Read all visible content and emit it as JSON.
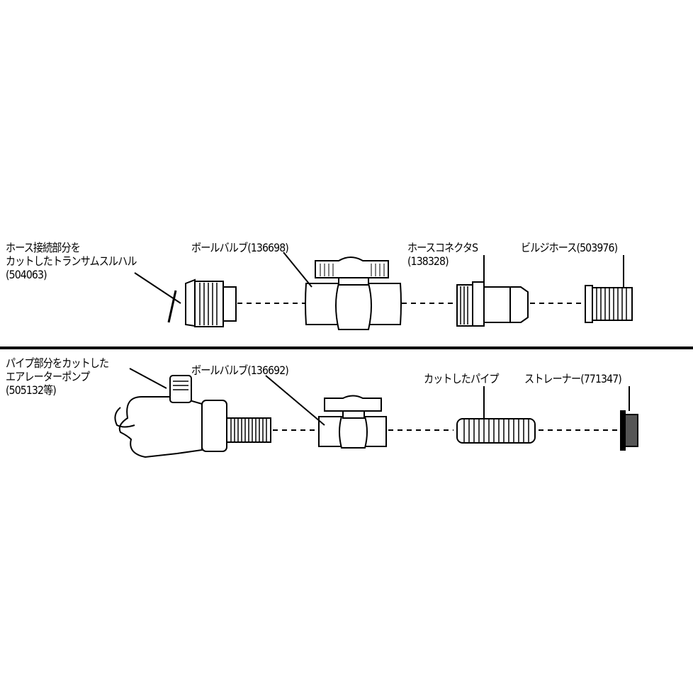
{
  "top_row": {
    "thru_hull": {
      "lines": [
        "ホース接続部分を",
        "カットしたトランサムスルハル",
        "(504063)"
      ]
    },
    "ball_valve": {
      "label": "ボールバルブ(136698)"
    },
    "hose_connector": {
      "lines": [
        "ホースコネクタS",
        "(138328)"
      ]
    },
    "bilge_hose": {
      "label": "ビルジホース(503976)"
    }
  },
  "bottom_row": {
    "aerator_pump": {
      "lines": [
        "パイプ部分をカットした",
        "エアレーターポンプ",
        "(505132等)"
      ]
    },
    "ball_valve": {
      "label": "ボールバルブ(136692)"
    },
    "cut_pipe": {
      "label": "カットしたパイプ"
    },
    "strainer": {
      "label": "ストレーナー(771347)"
    }
  }
}
